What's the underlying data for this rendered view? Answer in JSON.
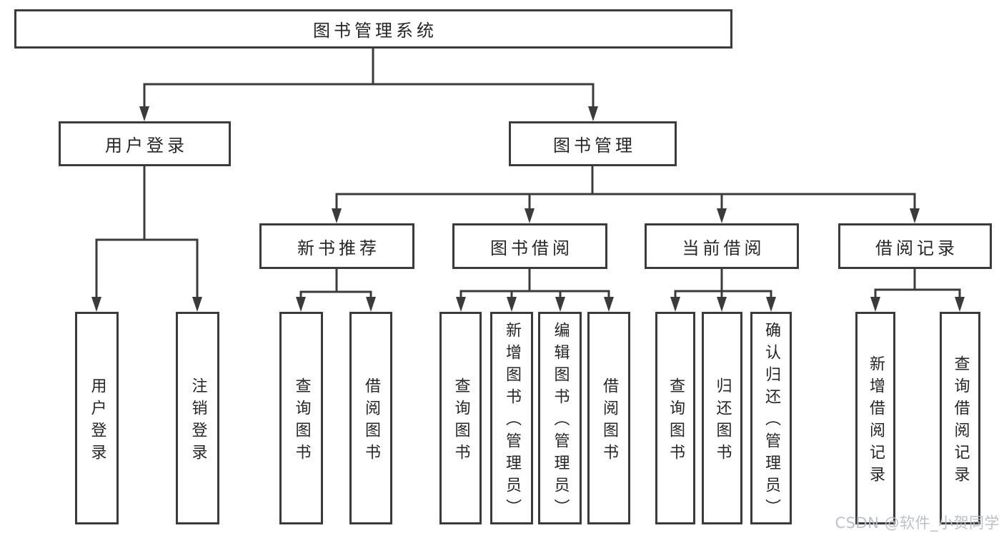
{
  "diagram": {
    "title": "图书管理系统",
    "root": {
      "label": "图书管理系统"
    },
    "level2": [
      {
        "label": "用户登录"
      },
      {
        "label": "图书管理"
      }
    ],
    "level3": [
      {
        "label": "新书推荐",
        "parent": "图书管理"
      },
      {
        "label": "图书借阅",
        "parent": "图书管理"
      },
      {
        "label": "当前借阅",
        "parent": "图书管理"
      },
      {
        "label": "借阅记录",
        "parent": "图书管理"
      }
    ],
    "leaves": [
      {
        "label": "用户登录",
        "parent": "用户登录"
      },
      {
        "label": "注销登录",
        "parent": "用户登录"
      },
      {
        "label": "查询图书",
        "parent": "新书推荐"
      },
      {
        "label": "借阅图书",
        "parent": "新书推荐"
      },
      {
        "label": "查询图书",
        "parent": "图书借阅"
      },
      {
        "label": "新增图书（管理员）",
        "parent": "图书借阅"
      },
      {
        "label": "编辑图书（管理员）",
        "parent": "图书借阅"
      },
      {
        "label": "借阅图书",
        "parent": "图书借阅"
      },
      {
        "label": "查询图书",
        "parent": "当前借阅"
      },
      {
        "label": "归还图书",
        "parent": "当前借阅"
      },
      {
        "label": "确认归还（管理员）",
        "parent": "当前借阅"
      },
      {
        "label": "新增借阅记录",
        "parent": "借阅记录"
      },
      {
        "label": "查询借阅记录",
        "parent": "借阅记录"
      }
    ]
  },
  "watermark": "CSDN @软件_小贺同学",
  "colors": {
    "line": "#3b3b3b",
    "text": "#262626",
    "watermark": "#b8bdc5",
    "background": "#ffffff"
  }
}
